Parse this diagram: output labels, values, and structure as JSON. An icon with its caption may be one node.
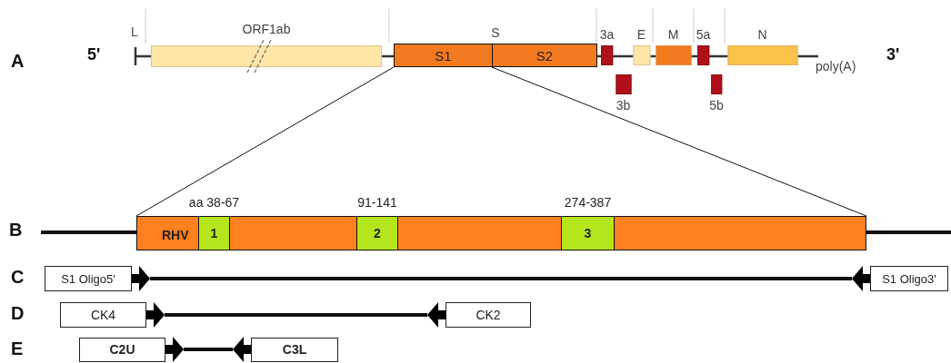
{
  "diagram": {
    "nodes": [
      {
        "text": [
          "ORF1ab"
        ]
      },
      {
        "text": [
          "S"
        ]
      },
      {
        "text": [
          "S1"
        ],
        "in": 1
      },
      {
        "text": [
          "S2"
        ],
        "in": 1
      },
      {
        "text": [
          "3a"
        ]
      },
      {
        "text": [
          "3b"
        ]
      },
      {
        "text": [
          "E"
        ]
      },
      {
        "text": [
          "M"
        ]
      },
      {
        "text": [
          "5a"
        ]
      },
      {
        "text": [
          "5b"
        ]
      },
      {
        "text": [
          "N"
        ]
      },
      {
        "text": [
          "RHV"
        ]
      },
      {
        "text": [
          "1"
        ],
        "in": 11,
        "beside": [
          "aa 38-67"
        ]
      },
      {
        "text": [
          "2"
        ],
        "in": 11,
        "beside": [
          "91-141"
        ]
      },
      {
        "text": [
          "3"
        ],
        "in": 11,
        "beside": [
          "274-387"
        ]
      },
      {
        "text": [
          "S1 Oligo5'"
        ]
      },
      {
        "text": [
          "S1 Oligo3'"
        ]
      },
      {
        "text": [
          "CK4"
        ]
      },
      {
        "text": [
          "CK2"
        ]
      },
      {
        "text": [
          "C2U"
        ]
      },
      {
        "text": [
          "C3L"
        ]
      }
    ],
    "edges": [
      {
        "from": 1,
        "to": 11,
        "arrow": "none"
      },
      {
        "from": 1,
        "to": 11,
        "arrow": "none"
      },
      {
        "from": 15,
        "to": 16,
        "arrow": "none"
      },
      {
        "from": 17,
        "to": 18,
        "arrow": "none"
      },
      {
        "from": 19,
        "to": 20,
        "arrow": "none"
      }
    ],
    "labels": [
      "A",
      "L",
      "5'",
      "poly(A)",
      "3'",
      "B",
      "C",
      "D",
      "E"
    ]
  }
}
